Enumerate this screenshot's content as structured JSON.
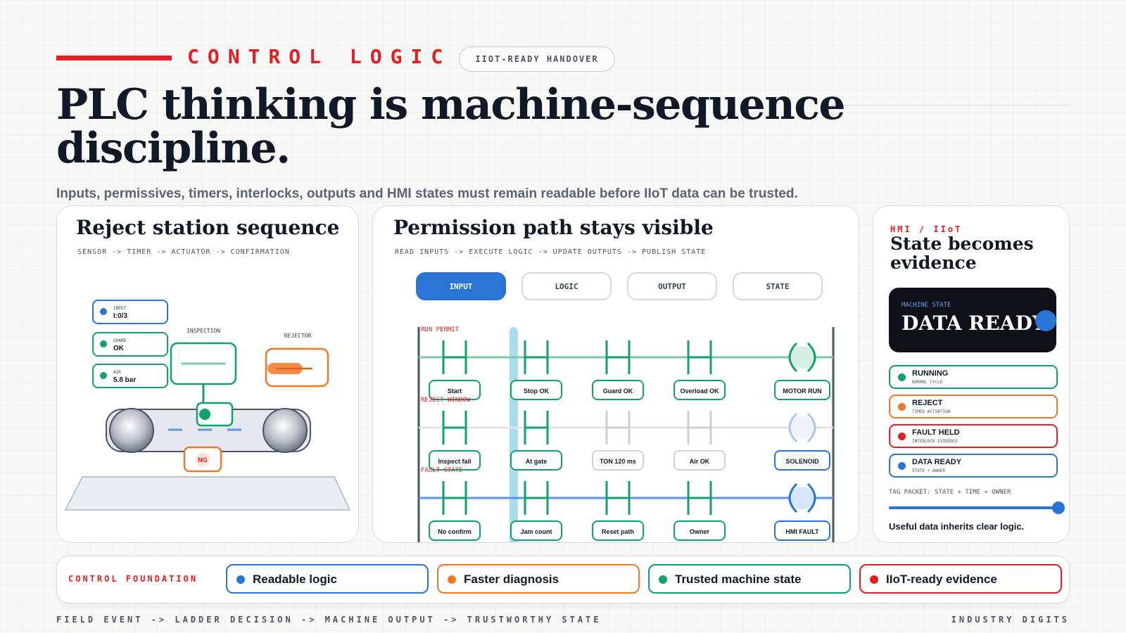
{
  "header": {
    "eyebrow": "CONTROL LOGIC",
    "badge": "IIOT-READY HANDOVER",
    "title": "PLC thinking is machine-sequence discipline.",
    "subtitle": "Inputs, permissives, timers, interlocks, outputs and HMI states must remain readable before IIoT data can be trusted."
  },
  "colors": {
    "accent_red": "#e31e24",
    "blue": "#2a74d6",
    "green": "#14a06a",
    "orange": "#f0782a",
    "dark": "#111827"
  },
  "reject_card": {
    "title": "Reject station sequence",
    "flow": "SENSOR -> TIMER -> ACTUATOR -> CONFIRMATION",
    "signals": [
      {
        "label": "INPUT",
        "value": "I:0/3",
        "color": "blue"
      },
      {
        "label": "GUARD",
        "value": "OK",
        "color": "green"
      },
      {
        "label": "AIR",
        "value": "5.8 bar",
        "color": "green"
      }
    ],
    "inspection_label": "INSPECTION",
    "rejector_label": "REJECTOR",
    "ng_label": "NG"
  },
  "permission_card": {
    "title": "Permission path stays visible",
    "flow": "READ INPUTS -> EXECUTE LOGIC -> UPDATE OUTPUTS -> PUBLISH STATE",
    "tabs": [
      {
        "label": "INPUT",
        "active": true
      },
      {
        "label": "LOGIC",
        "active": false
      },
      {
        "label": "OUTPUT",
        "active": false
      },
      {
        "label": "STATE",
        "active": false
      }
    ],
    "rungs": [
      {
        "name": "RUN PERMIT",
        "contacts": [
          "Start",
          "Stop OK",
          "Guard OK",
          "Overload OK"
        ],
        "coil": "MOTOR RUN"
      },
      {
        "name": "REJECT WINDOW",
        "contacts": [
          "Inspect fail",
          "At gate",
          "TON 120 ms",
          "Air OK"
        ],
        "coil": "SOLENOID"
      },
      {
        "name": "FAULT STATE",
        "contacts": [
          "No confirm",
          "Jam count",
          "Reset path",
          "Owner"
        ],
        "coil": "HMI FAULT"
      }
    ]
  },
  "state_card": {
    "kicker": "HMI / IIoT",
    "title": "State becomes evidence",
    "machine_state_label": "MACHINE STATE",
    "machine_state_value": "DATA READY",
    "states": [
      {
        "name": "RUNNING",
        "sub": "NORMAL CYCLE",
        "color": "green"
      },
      {
        "name": "REJECT",
        "sub": "TIMED ACTUATION",
        "color": "orange"
      },
      {
        "name": "FAULT HELD",
        "sub": "INTERLOCK EVIDENCE",
        "color": "red"
      },
      {
        "name": "DATA READY",
        "sub": "STATE + OWNER",
        "color": "blue"
      }
    ],
    "tag_packet": "TAG PACKET: STATE + TIME + OWNER",
    "tag_packet_progress": 1.0,
    "footer": "Useful data inherits clear logic."
  },
  "foundation": {
    "label": "CONTROL FOUNDATION",
    "chips": [
      {
        "label": "Readable logic",
        "color": "blue"
      },
      {
        "label": "Faster diagnosis",
        "color": "orange"
      },
      {
        "label": "Trusted machine state",
        "color": "green"
      },
      {
        "label": "IIoT-ready evidence",
        "color": "red"
      }
    ]
  },
  "footer": {
    "left": "FIELD EVENT -> LADDER DECISION -> MACHINE OUTPUT -> TRUSTWORTHY STATE",
    "right": "INDUSTRY DIGITS"
  }
}
